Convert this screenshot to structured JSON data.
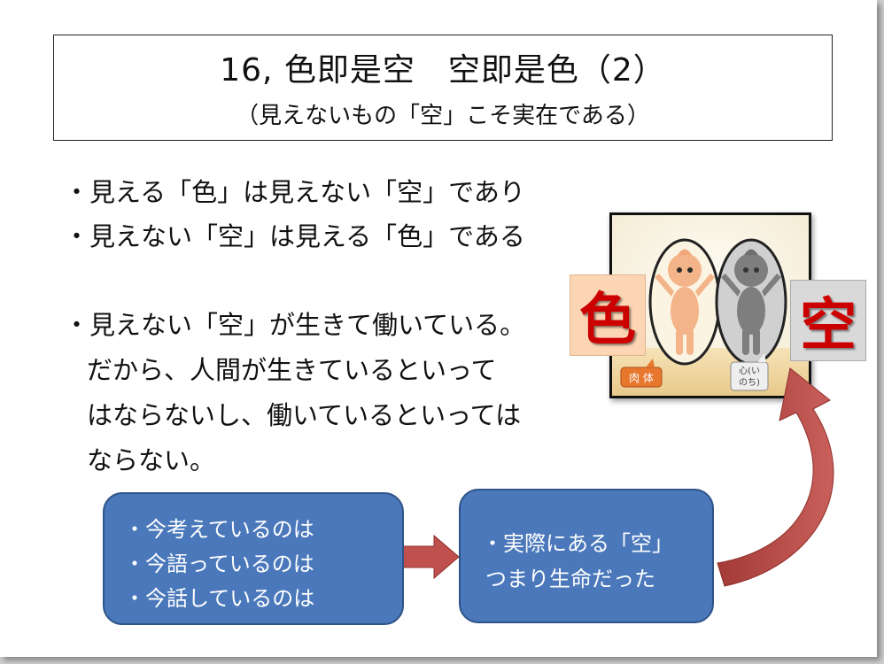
{
  "title": {
    "main": "16, 色即是空　空即是色（2）",
    "sub": "（見えないもの「空」こそ実在である）"
  },
  "bullets": [
    "・見える「色」は見えない「空」であり",
    "・見えない「空」は見える「色」である",
    "・見えない「空」が生きて働いている。",
    "だから、人間が生きているといって",
    "はならないし、働いているといっては",
    "ならない。"
  ],
  "figure": {
    "left_kanji": "色",
    "right_kanji": "空",
    "left_label": "肉 体",
    "right_label_line1": "心(い",
    "right_label_line2": "のち)"
  },
  "box_left": {
    "lines": [
      "・今考えているのは",
      "・今語っているのは",
      "・今話しているのは"
    ]
  },
  "box_right": {
    "lines": [
      "・実際にある「空」",
      "つまり生命だった"
    ]
  },
  "colors": {
    "box_fill": "#4a78bb",
    "arrow_fill": "#c0504d",
    "kanji_red": "#cc0000"
  }
}
